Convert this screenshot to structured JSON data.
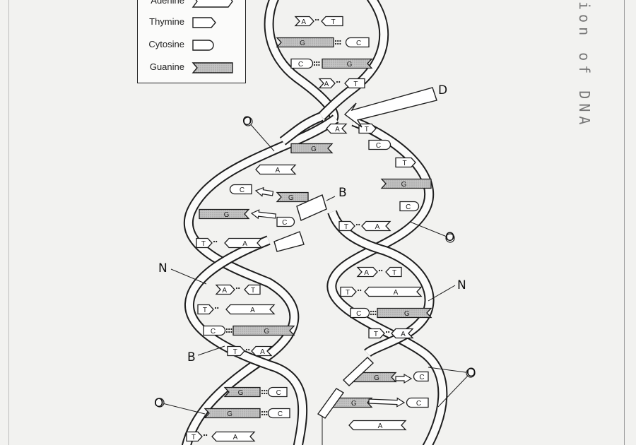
{
  "legend": {
    "items": [
      {
        "label": "Adenine",
        "shape": "adenine-arrow"
      },
      {
        "label": "Thymine",
        "shape": "thymine-point"
      },
      {
        "label": "Cytosine",
        "shape": "cytosine-round"
      },
      {
        "label": "Guanine",
        "shape": "guanine-notch"
      }
    ]
  },
  "side_title": "ion of DNA",
  "callouts": {
    "d": "D",
    "o_upper_left": "O",
    "b_center": "B",
    "o_right_mid": "O",
    "n_left": "N",
    "n_right": "N",
    "b_lower_left": "B",
    "o_lower_right": "O",
    "o_lower_left": "O"
  },
  "bases": {
    "a": "A",
    "t": "T",
    "g": "G",
    "c": "C"
  },
  "colors": {
    "ink": "#1e1e1e",
    "guanine_fill": "#b9b9b9",
    "paper": "#f2f2f0"
  }
}
